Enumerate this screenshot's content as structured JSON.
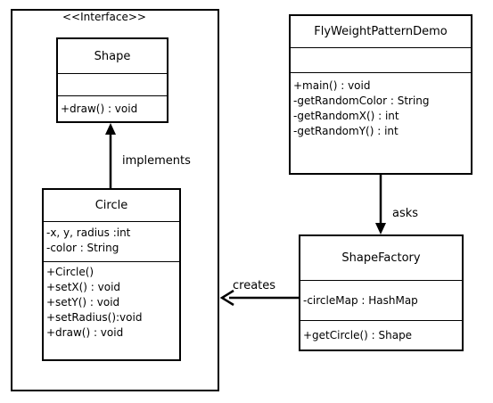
{
  "stereotype": "<<Interface>>",
  "shape": {
    "name": "Shape",
    "attributes": [],
    "methods": [
      "+draw() : void"
    ]
  },
  "circle": {
    "name": "Circle",
    "attributes": [
      "-x, y, radius :int",
      "-color : String"
    ],
    "methods": [
      "+Circle()",
      "+setX() : void",
      "+setY() : void",
      "+setRadius():void",
      "+draw() : void"
    ]
  },
  "demo": {
    "name": "FlyWeightPatternDemo",
    "attributes": [],
    "methods": [
      "+main() : void",
      "-getRandomColor : String",
      "-getRandomX() : int",
      "-getRandomY() : int"
    ]
  },
  "factory": {
    "name": "ShapeFactory",
    "attributes": [
      "-circleMap : HashMap"
    ],
    "methods": [
      "+getCircle() : Shape"
    ]
  },
  "relations": {
    "implements": "implements",
    "asks": "asks",
    "creates": "creates"
  }
}
